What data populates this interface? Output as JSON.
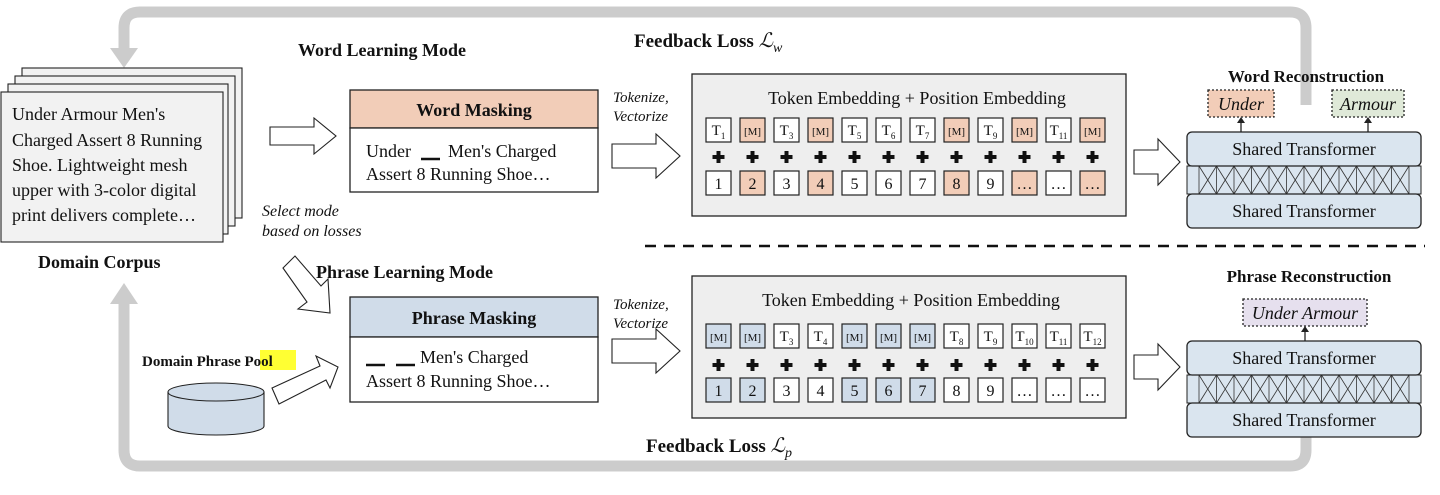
{
  "corpus": {
    "lines": [
      "Under Armour Men's",
      "Charged Assert 8 Running",
      "Shoe. Lightweight mesh",
      "upper with 3-color digital",
      "print delivers complete…"
    ],
    "label": "Domain Corpus"
  },
  "select_note": [
    "Select mode",
    "based on losses"
  ],
  "phrase_pool": {
    "label_prefix": "Domain Phrase ",
    "label_highlight": "Pool"
  },
  "feedback": {
    "word_label": "Feedback Loss ",
    "word_symbol": "ℒ",
    "word_sub": "w",
    "phrase_label": "Feedback Loss ",
    "phrase_symbol": "ℒ",
    "phrase_sub": "p"
  },
  "word_mode": {
    "title": "Word Learning Mode",
    "masking_title": "Word Masking",
    "text_line1_a": "Under",
    "text_line1_b": "Men's Charged",
    "text_line2": "Assert 8 Running Shoe…",
    "tokenize": [
      "Tokenize,",
      "Vectorize"
    ],
    "embedding_title": "Token Embedding + Position Embedding",
    "tokens": [
      {
        "t": "T",
        "s": "1",
        "m": false
      },
      {
        "t": "[M]",
        "s": "",
        "m": true
      },
      {
        "t": "T",
        "s": "3",
        "m": false
      },
      {
        "t": "[M]",
        "s": "",
        "m": true
      },
      {
        "t": "T",
        "s": "5",
        "m": false
      },
      {
        "t": "T",
        "s": "6",
        "m": false
      },
      {
        "t": "T",
        "s": "7",
        "m": false
      },
      {
        "t": "[M]",
        "s": "",
        "m": true
      },
      {
        "t": "T",
        "s": "9",
        "m": false
      },
      {
        "t": "[M]",
        "s": "",
        "m": true
      },
      {
        "t": "T",
        "s": "11",
        "m": false
      },
      {
        "t": "[M]",
        "s": "",
        "m": true
      }
    ],
    "positions": [
      {
        "v": "1",
        "m": false
      },
      {
        "v": "2",
        "m": true
      },
      {
        "v": "3",
        "m": false
      },
      {
        "v": "4",
        "m": true
      },
      {
        "v": "5",
        "m": false
      },
      {
        "v": "6",
        "m": false
      },
      {
        "v": "7",
        "m": false
      },
      {
        "v": "8",
        "m": true
      },
      {
        "v": "9",
        "m": false
      },
      {
        "v": "…",
        "m": true
      },
      {
        "v": "…",
        "m": false
      },
      {
        "v": "…",
        "m": true
      }
    ],
    "recon_title": "Word Reconstruction",
    "recon_outputs": [
      "Under",
      "Armour"
    ],
    "transformer_top": "Shared Transformer",
    "transformer_bottom": "Shared Transformer"
  },
  "phrase_mode": {
    "title": "Phrase Learning Mode",
    "masking_title": "Phrase Masking",
    "text_line1": "Men's Charged",
    "text_line2": "Assert 8 Running Shoe…",
    "tokenize": [
      "Tokenize,",
      "Vectorize"
    ],
    "embedding_title": "Token Embedding + Position Embedding",
    "tokens": [
      {
        "t": "[M]",
        "s": "",
        "m": true
      },
      {
        "t": "[M]",
        "s": "",
        "m": true
      },
      {
        "t": "T",
        "s": "3",
        "m": false
      },
      {
        "t": "T",
        "s": "4",
        "m": false
      },
      {
        "t": "[M]",
        "s": "",
        "m": true
      },
      {
        "t": "[M]",
        "s": "",
        "m": true
      },
      {
        "t": "[M]",
        "s": "",
        "m": true
      },
      {
        "t": "T",
        "s": "8",
        "m": false
      },
      {
        "t": "T",
        "s": "9",
        "m": false
      },
      {
        "t": "T",
        "s": "10",
        "m": false
      },
      {
        "t": "T",
        "s": "11",
        "m": false
      },
      {
        "t": "T",
        "s": "12",
        "m": false
      }
    ],
    "positions": [
      {
        "v": "1",
        "m": true
      },
      {
        "v": "2",
        "m": true
      },
      {
        "v": "3",
        "m": false
      },
      {
        "v": "4",
        "m": false
      },
      {
        "v": "5",
        "m": true
      },
      {
        "v": "6",
        "m": true
      },
      {
        "v": "7",
        "m": true
      },
      {
        "v": "8",
        "m": false
      },
      {
        "v": "9",
        "m": false
      },
      {
        "v": "…",
        "m": false
      },
      {
        "v": "…",
        "m": false
      },
      {
        "v": "…",
        "m": false
      }
    ],
    "recon_title": "Phrase Reconstruction",
    "recon_output": "Under Armour",
    "transformer_top": "Shared Transformer",
    "transformer_bottom": "Shared Transformer"
  },
  "colors": {
    "word_fill": "#f2cdb8",
    "phrase_fill": "#d0dce9",
    "transformer_fill": "#dae5ef",
    "panel_fill": "#eeeeee",
    "loop_gray": "#cccccc",
    "highlight": "#ffff33"
  }
}
